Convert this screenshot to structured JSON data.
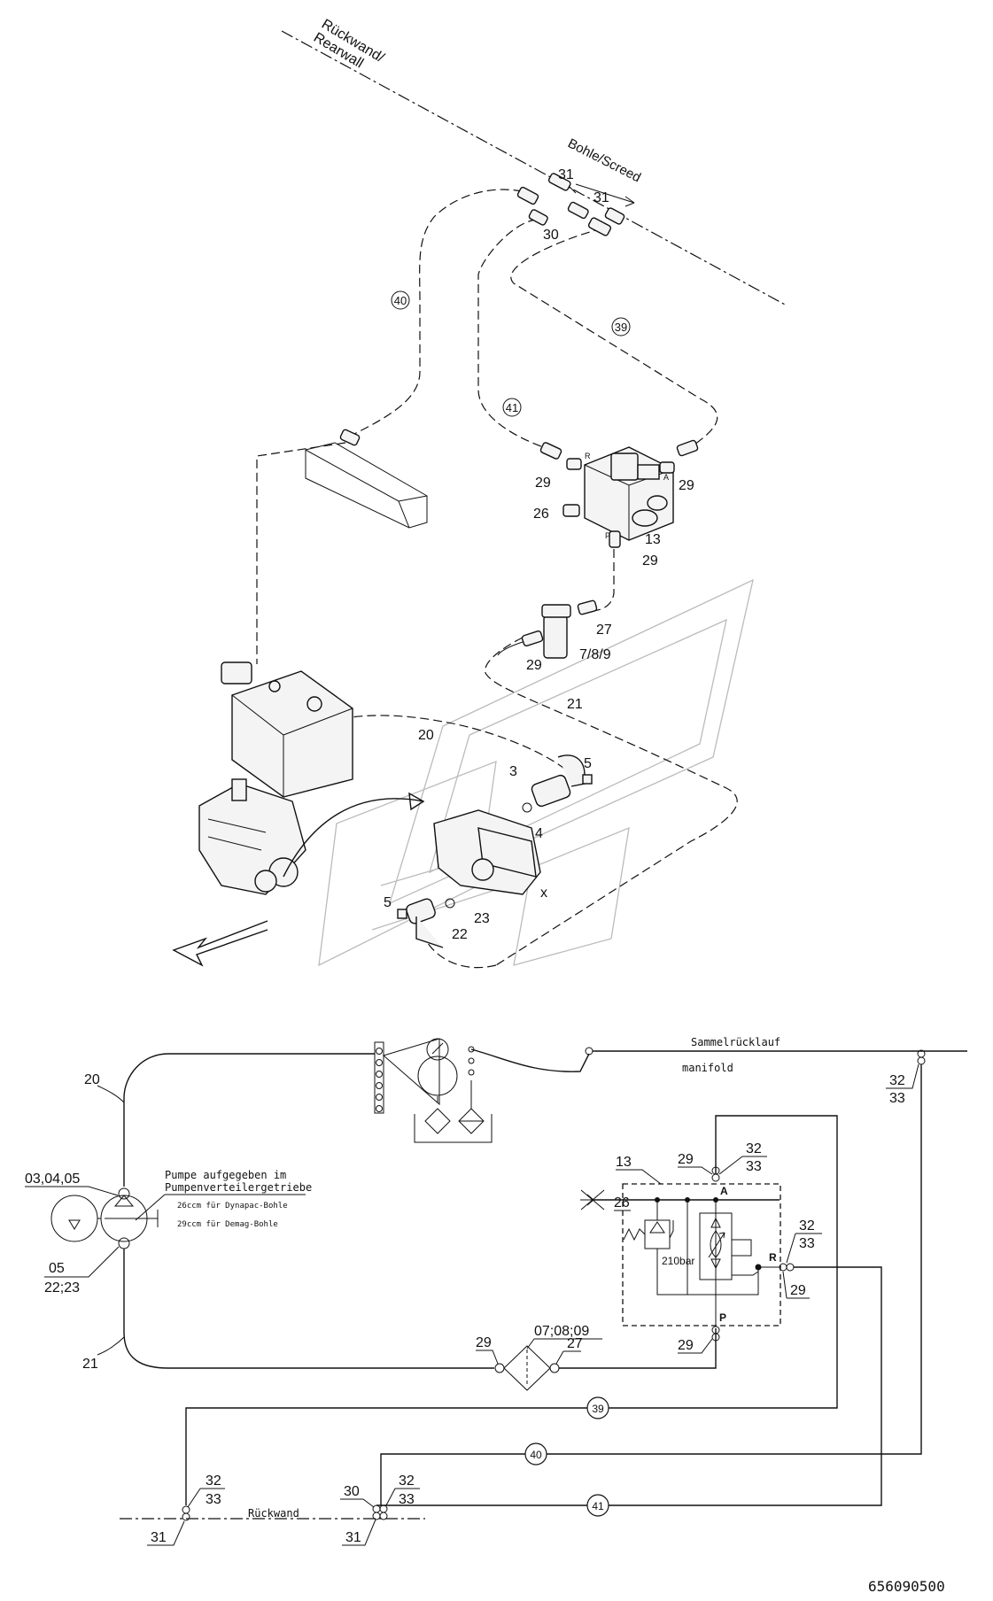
{
  "drawing": {
    "number": "656090500",
    "rear_wall_label": "Rückwand/\nRearwall",
    "screed_label": "Bohle/Screed",
    "iso_labels": {
      "l31a": "31",
      "l31b": "31",
      "l30": "30",
      "l40": "40",
      "l39": "39",
      "l41": "41",
      "l29a": "29",
      "l29b": "29",
      "l29c": "29",
      "l29d": "29",
      "l26": "26",
      "l13": "13",
      "l27": "27",
      "l789": "7/8/9",
      "l21": "21",
      "l20": "20",
      "l3": "3",
      "l4": "4",
      "l5a": "5",
      "l5b": "5",
      "l22": "22",
      "l23": "23",
      "lx": "x",
      "portR": "R",
      "portA": "A",
      "portP": "P"
    }
  },
  "schematic": {
    "collector_return_de": "Sammelrücklauf",
    "collector_return_en": "manifold",
    "pump_note_line1": "Pumpe aufgegeben im",
    "pump_note_line2": "Pumpenverteilergetriebe",
    "pump_note_dynapac": "26ccm für Dynapac-Bohle",
    "pump_note_demag": "29ccm für Demag-Bohle",
    "relief_pressure": "210bar",
    "rear_wall": "Rückwand",
    "labels": {
      "s20": "20",
      "s21": "21",
      "s030405": "03,04,05",
      "s05": "05",
      "s2223": "22;23",
      "s13": "13",
      "s26": "26",
      "s29top": "29",
      "s32top": "32",
      "s33top": "33",
      "sA": "A",
      "sR": "R",
      "sP": "P",
      "s32r": "32",
      "s33r": "33",
      "s29r": "29",
      "s29bot": "29",
      "s32far": "32",
      "s33far": "33",
      "s070809": "07;08;09",
      "s29f": "29",
      "s27f": "27",
      "s39": "39",
      "s40": "40",
      "s41": "41",
      "s32a": "32",
      "s33a": "33",
      "s31a": "31",
      "s30b": "30",
      "s32b": "32",
      "s33b": "33",
      "s31b": "31"
    }
  }
}
